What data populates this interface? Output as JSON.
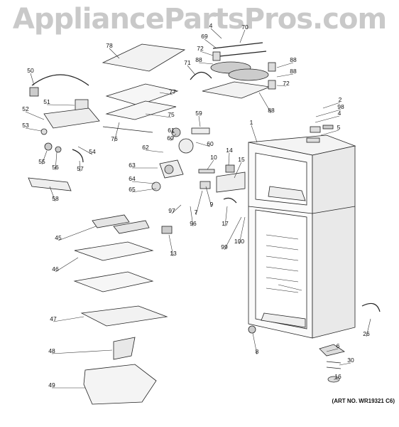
{
  "watermark": "AppliancePartsPros.com",
  "art_number": "(ART NO. WR19321 C6)",
  "callouts": [
    "1",
    "2",
    "4",
    "4",
    "5",
    "6",
    "7",
    "8",
    "9",
    "10",
    "13",
    "14",
    "15",
    "16",
    "17",
    "26",
    "30",
    "45",
    "46",
    "47",
    "48",
    "49",
    "50",
    "51",
    "52",
    "53",
    "54",
    "55",
    "56",
    "57",
    "58",
    "59",
    "60",
    "60",
    "61",
    "62",
    "63",
    "64",
    "65",
    "69",
    "70",
    "71",
    "72",
    "72",
    "75",
    "76",
    "77",
    "78",
    "88",
    "88",
    "88",
    "88",
    "96",
    "97",
    "98",
    "99",
    "100"
  ]
}
